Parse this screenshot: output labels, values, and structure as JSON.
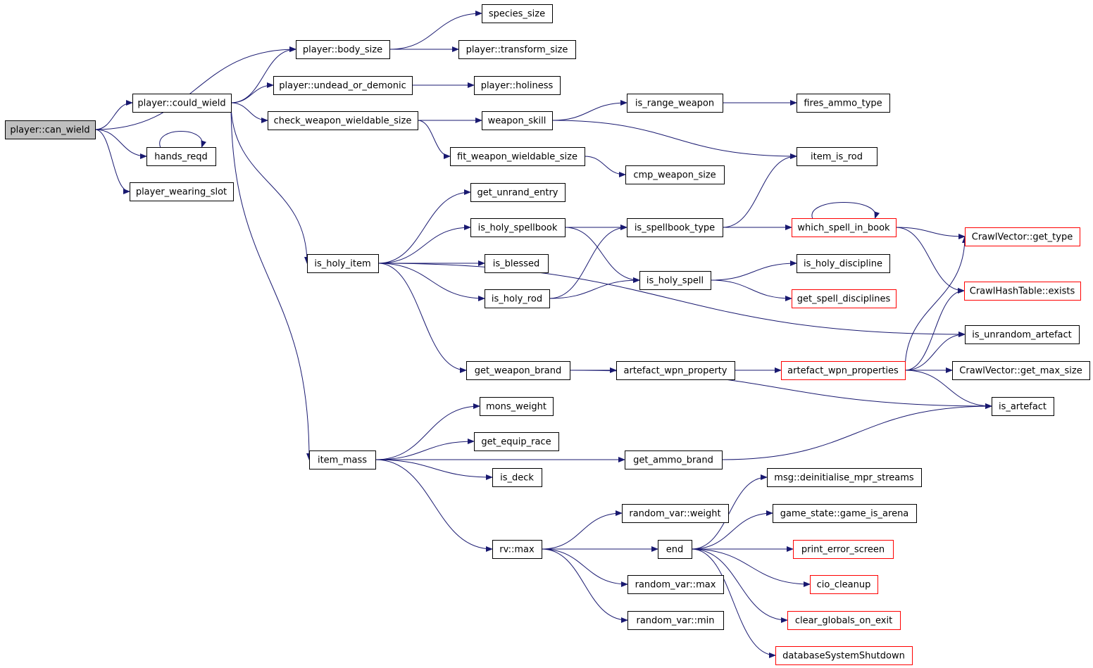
{
  "diagram": {
    "type": "call-graph",
    "colors": {
      "background": "#ffffff",
      "node_fill": "#ffffff",
      "root_fill": "#bfbfbf",
      "border_default": "#000000",
      "border_truncated": "#ff0000",
      "edge": "#191970",
      "text": "#000000"
    },
    "nodes": [
      {
        "id": "can_wield",
        "label": "player::can_wield",
        "root": true
      },
      {
        "id": "body_size",
        "label": "player::body_size"
      },
      {
        "id": "species_size",
        "label": "species_size"
      },
      {
        "id": "transform_size",
        "label": "player::transform_size"
      },
      {
        "id": "could_wield",
        "label": "player::could_wield"
      },
      {
        "id": "undead_or_demonic",
        "label": "player::undead_or_demonic"
      },
      {
        "id": "holiness",
        "label": "player::holiness"
      },
      {
        "id": "check_weapon_wieldable_size",
        "label": "check_weapon_wieldable_size"
      },
      {
        "id": "weapon_skill",
        "label": "weapon_skill"
      },
      {
        "id": "is_range_weapon",
        "label": "is_range_weapon"
      },
      {
        "id": "fires_ammo_type",
        "label": "fires_ammo_type"
      },
      {
        "id": "hands_reqd",
        "label": "hands_reqd"
      },
      {
        "id": "fit_weapon_wieldable_size",
        "label": "fit_weapon_wieldable_size"
      },
      {
        "id": "item_is_rod",
        "label": "item_is_rod"
      },
      {
        "id": "cmp_weapon_size",
        "label": "cmp_weapon_size"
      },
      {
        "id": "player_wearing_slot",
        "label": "player_wearing_slot"
      },
      {
        "id": "get_unrand_entry",
        "label": "get_unrand_entry"
      },
      {
        "id": "is_holy_spellbook",
        "label": "is_holy_spellbook"
      },
      {
        "id": "is_spellbook_type",
        "label": "is_spellbook_type"
      },
      {
        "id": "which_spell_in_book",
        "label": "which_spell_in_book",
        "truncated": true
      },
      {
        "id": "get_type",
        "label": "CrawlVector::get_type",
        "truncated": true
      },
      {
        "id": "is_holy_item",
        "label": "is_holy_item"
      },
      {
        "id": "is_blessed",
        "label": "is_blessed"
      },
      {
        "id": "is_holy_spell",
        "label": "is_holy_spell"
      },
      {
        "id": "is_holy_discipline",
        "label": "is_holy_discipline"
      },
      {
        "id": "hash_exists",
        "label": "CrawlHashTable::exists",
        "truncated": true
      },
      {
        "id": "is_holy_rod",
        "label": "is_holy_rod"
      },
      {
        "id": "get_spell_disciplines",
        "label": "get_spell_disciplines",
        "truncated": true
      },
      {
        "id": "is_unrandom_artefact",
        "label": "is_unrandom_artefact"
      },
      {
        "id": "get_weapon_brand",
        "label": "get_weapon_brand"
      },
      {
        "id": "artefact_wpn_property",
        "label": "artefact_wpn_property"
      },
      {
        "id": "artefact_wpn_properties",
        "label": "artefact_wpn_properties",
        "truncated": true
      },
      {
        "id": "get_max_size",
        "label": "CrawlVector::get_max_size"
      },
      {
        "id": "is_artefact",
        "label": "is_artefact"
      },
      {
        "id": "mons_weight",
        "label": "mons_weight"
      },
      {
        "id": "get_equip_race",
        "label": "get_equip_race"
      },
      {
        "id": "item_mass",
        "label": "item_mass"
      },
      {
        "id": "get_ammo_brand",
        "label": "get_ammo_brand"
      },
      {
        "id": "is_deck",
        "label": "is_deck"
      },
      {
        "id": "deinitialise_mpr_streams",
        "label": "msg::deinitialise_mpr_streams"
      },
      {
        "id": "random_var_weight",
        "label": "random_var::weight"
      },
      {
        "id": "game_is_arena",
        "label": "game_state::game_is_arena"
      },
      {
        "id": "rv_max",
        "label": "rv::max"
      },
      {
        "id": "end",
        "label": "end"
      },
      {
        "id": "print_error_screen",
        "label": "print_error_screen",
        "truncated": true
      },
      {
        "id": "cio_cleanup",
        "label": "cio_cleanup",
        "truncated": true
      },
      {
        "id": "random_var_max",
        "label": "random_var::max"
      },
      {
        "id": "clear_globals_on_exit",
        "label": "clear_globals_on_exit",
        "truncated": true
      },
      {
        "id": "random_var_min",
        "label": "random_var::min"
      },
      {
        "id": "databaseSystemShutdown",
        "label": "databaseSystemShutdown",
        "truncated": true
      }
    ],
    "edges": [
      {
        "from": "can_wield",
        "to": "body_size"
      },
      {
        "from": "can_wield",
        "to": "could_wield"
      },
      {
        "from": "can_wield",
        "to": "hands_reqd"
      },
      {
        "from": "can_wield",
        "to": "player_wearing_slot"
      },
      {
        "from": "body_size",
        "to": "species_size"
      },
      {
        "from": "body_size",
        "to": "transform_size"
      },
      {
        "from": "could_wield",
        "to": "body_size"
      },
      {
        "from": "could_wield",
        "to": "undead_or_demonic"
      },
      {
        "from": "could_wield",
        "to": "check_weapon_wieldable_size"
      },
      {
        "from": "could_wield",
        "to": "is_holy_item"
      },
      {
        "from": "could_wield",
        "to": "item_mass"
      },
      {
        "from": "undead_or_demonic",
        "to": "holiness"
      },
      {
        "from": "check_weapon_wieldable_size",
        "to": "weapon_skill"
      },
      {
        "from": "check_weapon_wieldable_size",
        "to": "fit_weapon_wieldable_size"
      },
      {
        "from": "weapon_skill",
        "to": "is_range_weapon"
      },
      {
        "from": "weapon_skill",
        "to": "item_is_rod"
      },
      {
        "from": "is_range_weapon",
        "to": "fires_ammo_type"
      },
      {
        "from": "fit_weapon_wieldable_size",
        "to": "cmp_weapon_size"
      },
      {
        "from": "hands_reqd",
        "to": "hands_reqd"
      },
      {
        "from": "is_holy_item",
        "to": "get_unrand_entry"
      },
      {
        "from": "is_holy_item",
        "to": "is_holy_spellbook"
      },
      {
        "from": "is_holy_item",
        "to": "is_blessed"
      },
      {
        "from": "is_holy_item",
        "to": "is_holy_rod"
      },
      {
        "from": "is_holy_item",
        "to": "is_unrandom_artefact"
      },
      {
        "from": "is_holy_item",
        "to": "get_weapon_brand"
      },
      {
        "from": "is_holy_spellbook",
        "to": "is_spellbook_type"
      },
      {
        "from": "is_holy_spellbook",
        "to": "is_holy_spell"
      },
      {
        "from": "is_spellbook_type",
        "to": "item_is_rod"
      },
      {
        "from": "is_spellbook_type",
        "to": "which_spell_in_book"
      },
      {
        "from": "which_spell_in_book",
        "to": "which_spell_in_book"
      },
      {
        "from": "which_spell_in_book",
        "to": "get_type"
      },
      {
        "from": "which_spell_in_book",
        "to": "hash_exists"
      },
      {
        "from": "is_holy_rod",
        "to": "is_spellbook_type"
      },
      {
        "from": "is_holy_rod",
        "to": "is_holy_spell"
      },
      {
        "from": "is_holy_spell",
        "to": "is_holy_discipline"
      },
      {
        "from": "is_holy_spell",
        "to": "get_spell_disciplines"
      },
      {
        "from": "get_weapon_brand",
        "to": "artefact_wpn_property"
      },
      {
        "from": "get_weapon_brand",
        "to": "is_artefact"
      },
      {
        "from": "artefact_wpn_property",
        "to": "artefact_wpn_properties"
      },
      {
        "from": "artefact_wpn_properties",
        "to": "get_type"
      },
      {
        "from": "artefact_wpn_properties",
        "to": "hash_exists"
      },
      {
        "from": "artefact_wpn_properties",
        "to": "is_unrandom_artefact"
      },
      {
        "from": "artefact_wpn_properties",
        "to": "get_max_size"
      },
      {
        "from": "artefact_wpn_properties",
        "to": "is_artefact"
      },
      {
        "from": "item_mass",
        "to": "mons_weight"
      },
      {
        "from": "item_mass",
        "to": "get_equip_race"
      },
      {
        "from": "item_mass",
        "to": "is_deck"
      },
      {
        "from": "item_mass",
        "to": "get_ammo_brand"
      },
      {
        "from": "item_mass",
        "to": "rv_max"
      },
      {
        "from": "get_ammo_brand",
        "to": "is_artefact"
      },
      {
        "from": "rv_max",
        "to": "random_var_weight"
      },
      {
        "from": "rv_max",
        "to": "end"
      },
      {
        "from": "rv_max",
        "to": "random_var_max"
      },
      {
        "from": "rv_max",
        "to": "random_var_min"
      },
      {
        "from": "end",
        "to": "deinitialise_mpr_streams"
      },
      {
        "from": "end",
        "to": "game_is_arena"
      },
      {
        "from": "end",
        "to": "print_error_screen"
      },
      {
        "from": "end",
        "to": "cio_cleanup"
      },
      {
        "from": "end",
        "to": "clear_globals_on_exit"
      },
      {
        "from": "end",
        "to": "databaseSystemShutdown"
      }
    ]
  }
}
